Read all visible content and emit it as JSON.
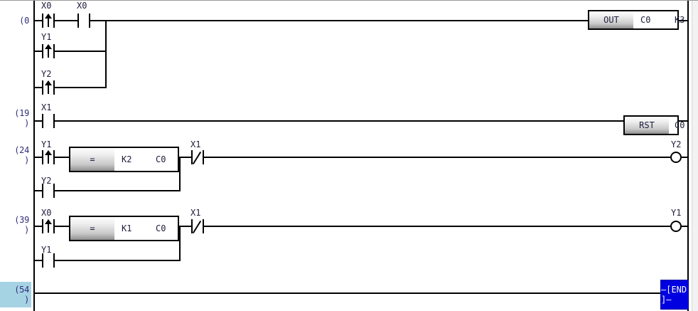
{
  "editor": {
    "title": "ladder-diagram-editor",
    "selection_color": "#a6d3e4",
    "end_block_color": "#0000e0",
    "rail_color": "#000000",
    "label_color": "#1c1c3c"
  },
  "rungs": [
    {
      "step": "(0",
      "step_close": ")",
      "selected": false,
      "elements": {
        "contact_a": "X0",
        "contact_b": "X0",
        "branch_b": "Y1",
        "branch_c": "Y2",
        "output_op": "OUT",
        "output_arg1": "C0",
        "output_arg2": "K3"
      }
    },
    {
      "step": "(19",
      "step_close": ")",
      "selected": false,
      "elements": {
        "contact_a": "X1",
        "output_op": "RST",
        "output_arg1": "C0"
      }
    },
    {
      "step": "(24",
      "step_close": ")",
      "selected": false,
      "elements": {
        "contact_a": "Y1",
        "branch_b": "Y2",
        "compare_op": "=",
        "compare_arg1": "K2",
        "compare_arg2": "C0",
        "contact_c": "X1",
        "coil": "Y2"
      }
    },
    {
      "step": "(39",
      "step_close": ")",
      "selected": false,
      "elements": {
        "contact_a": "X0",
        "branch_b": "Y1",
        "compare_op": "=",
        "compare_arg1": "K1",
        "compare_arg2": "C0",
        "contact_c": "X1",
        "coil": "Y1"
      }
    },
    {
      "step": "(54",
      "step_close": ")",
      "selected": true,
      "elements": {
        "end_label": "—[END ]—"
      }
    }
  ]
}
